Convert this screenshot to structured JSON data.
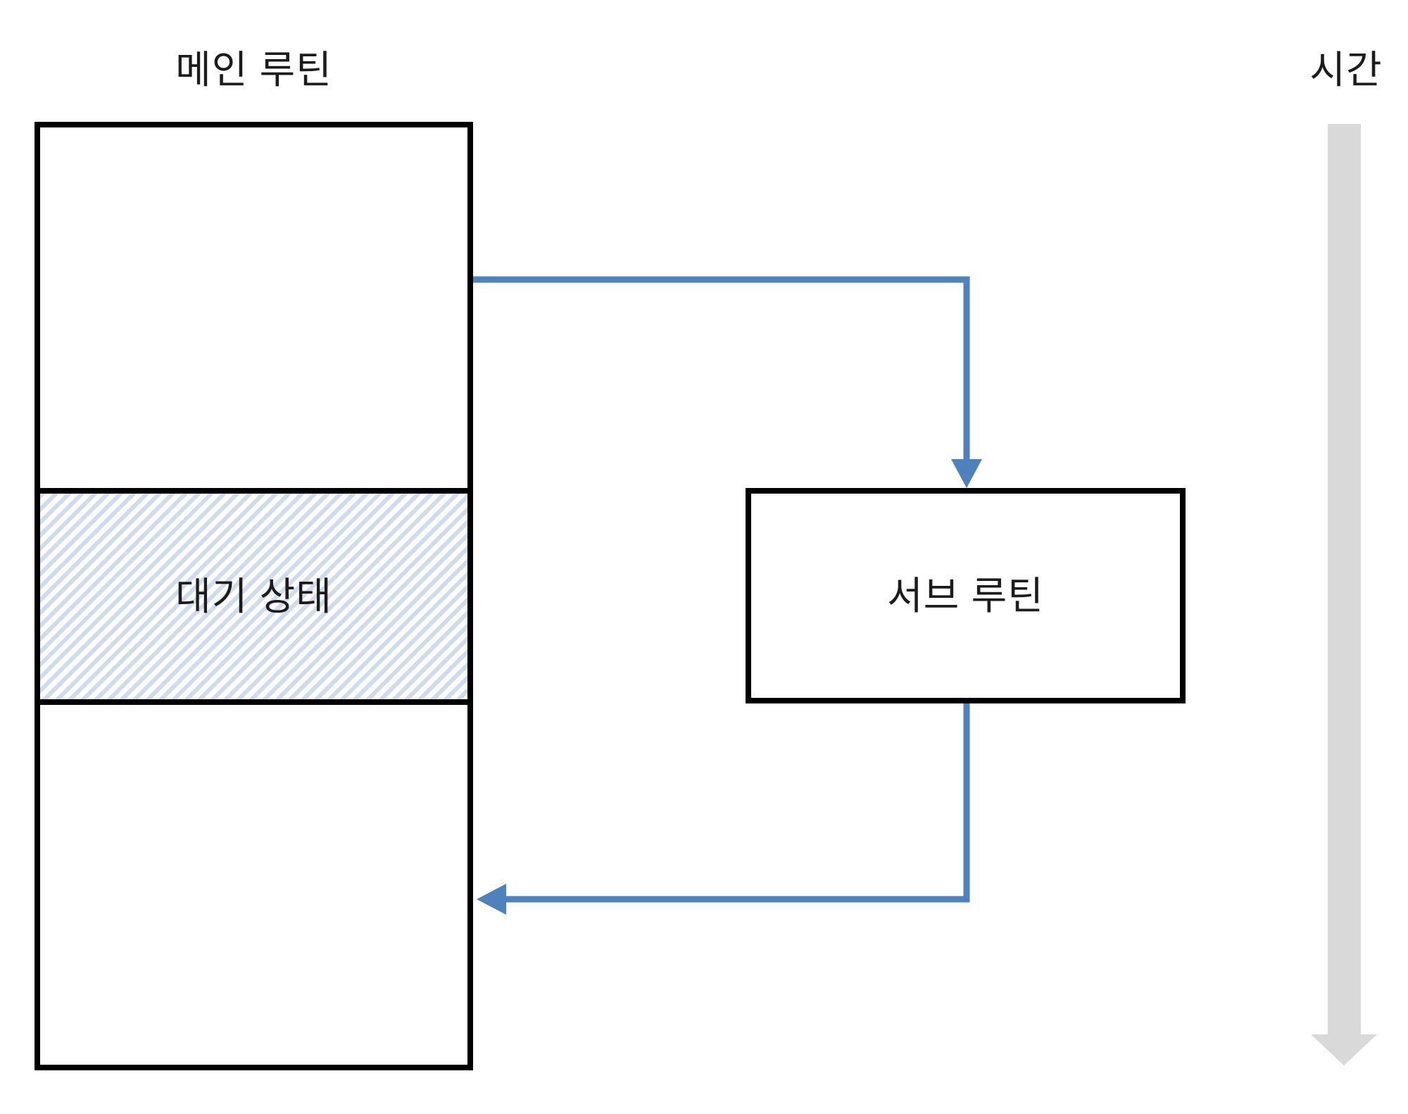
{
  "diagram": {
    "main_routine": {
      "label": "메인 루틴",
      "wait_state_label": "대기 상태"
    },
    "subroutine": {
      "label": "서브 루틴"
    },
    "time_axis": {
      "label": "시간"
    },
    "icons": {
      "call_arrow": "arrow-down-icon",
      "return_arrow": "arrow-left-icon",
      "time_arrow": "arrow-down-icon"
    },
    "colors": {
      "arrow_blue": "#4f81bd",
      "hatch_blue": "#cfdcee",
      "time_gray": "#d9d9d9",
      "border_black": "#000000"
    }
  }
}
